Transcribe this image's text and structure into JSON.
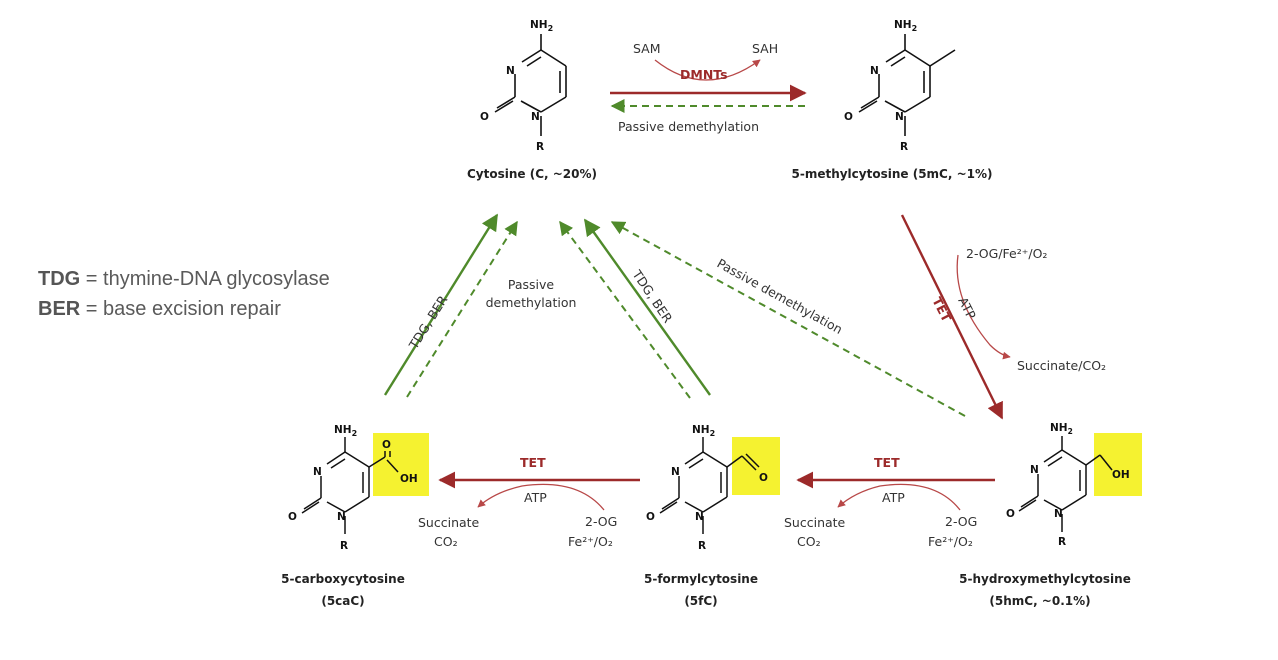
{
  "legend": {
    "tdg_abbr": "TDG",
    "tdg_def": " = thymine-DNA glycosylase",
    "ber_abbr": "BER",
    "ber_def": " = base excision repair"
  },
  "molecules": {
    "cytosine": {
      "name": "Cytosine (C, ~20%)"
    },
    "methylcytosine": {
      "name": "5-methylcytosine (5mC, ~1%)"
    },
    "hmc": {
      "name_line1": "5-hydroxymethylcytosine",
      "name_line2": "(5hmC, ~0.1%)"
    },
    "fc": {
      "name_line1": "5-formylcytosine",
      "name_line2": "(5fC)"
    },
    "cac": {
      "name_line1": "5-carboxycytosine",
      "name_line2": "(5caC)"
    }
  },
  "atoms": {
    "nh2": "NH2",
    "n": "N",
    "o": "O",
    "r": "R",
    "oh": "OH"
  },
  "reactions": {
    "methylation": {
      "enzyme": "DMNTs",
      "substrate": "SAM",
      "product": "SAH"
    },
    "passive_demethylation_top": "Passive demethylation",
    "tet_to_hmc": {
      "enzyme": "TET",
      "cofactor": "2-OG/Fe²⁺/O₂",
      "atp": "ATP",
      "byproduct": "Succinate/CO₂"
    },
    "tet_to_fc": {
      "enzyme": "TET",
      "atp": "ATP",
      "by1": "Succinate",
      "by2": "CO₂",
      "co1": "2-OG",
      "co2": "Fe²⁺/O₂"
    },
    "tet_to_cac": {
      "enzyme": "TET",
      "atp": "ATP",
      "by1": "Succinate",
      "by2": "CO₂",
      "co1": "2-OG",
      "co2": "Fe²⁺/O₂"
    },
    "tdg_ber_left": "TDG, BER",
    "tdg_ber_mid": "TDG, BER",
    "passive_mid_line1": "Passive",
    "passive_mid_line2": "demethylation",
    "passive_diag": "Passive demethylation"
  },
  "colors": {
    "red": "#9c2a2a",
    "green": "#4f8a2b",
    "highlight": "#f5f230"
  }
}
